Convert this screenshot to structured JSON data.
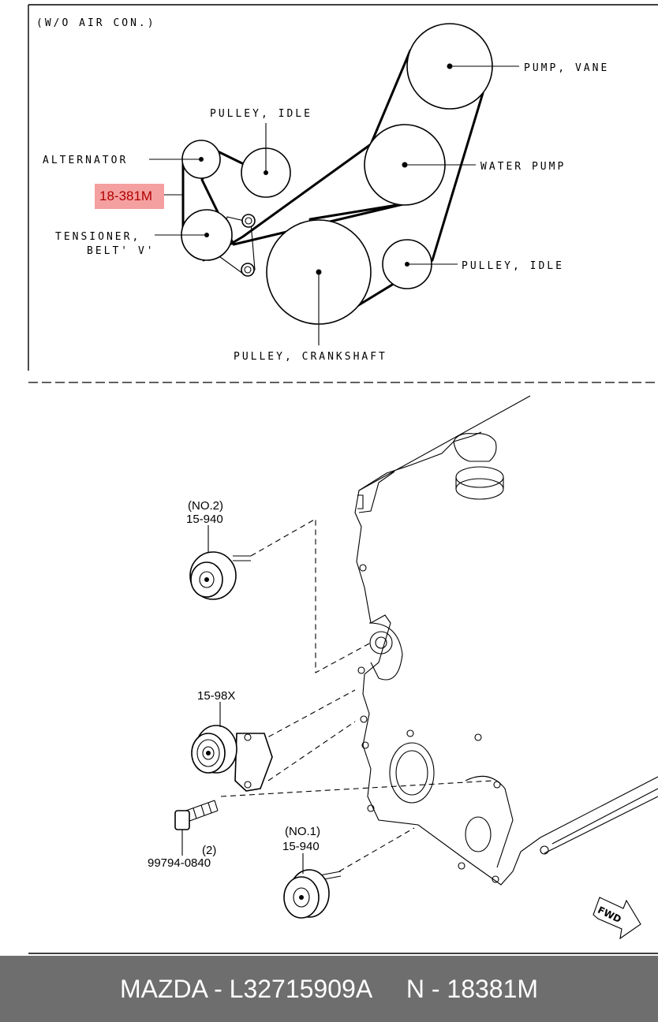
{
  "top_section": {
    "title": "(W/O AIR CON.)",
    "labels": {
      "pump_vane": "PUMP, VANE",
      "pulley_idle_top": "PULLEY, IDLE",
      "alternator": "ALTERNATOR",
      "water_pump": "WATER PUMP",
      "belt_part_number": "18-381M",
      "tensioner_line1": "TENSIONER,",
      "tensioner_line2": "BELT' V'",
      "pulley_idle_right": "PULLEY, IDLE",
      "pulley_crankshaft": "PULLEY, CRANKSHAFT"
    }
  },
  "bottom_section": {
    "callouts": {
      "idler_no2_tag": "(NO.2)",
      "idler_no2_part": "15-940",
      "tensioner_part": "15-98X",
      "bolt_qty": "(2)",
      "bolt_part": "99794-0840",
      "idler_no1_tag": "(NO.1)",
      "idler_no1_part": "15-940"
    },
    "fwd_label": "FWD"
  },
  "footer": {
    "text": "MAZDA - L32715909A     N - 18381M",
    "background": "#6e6e6e"
  },
  "colors": {
    "highlight": "#f4a0a0"
  }
}
